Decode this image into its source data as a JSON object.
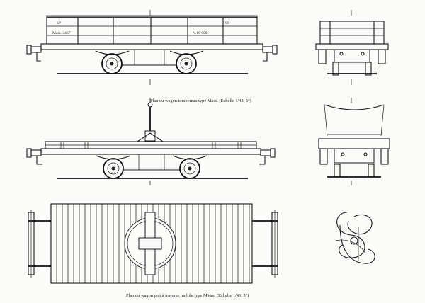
{
  "captions": {
    "top": "Plan du wagon tombereau type Mass. (Echelle 1/43, 5°)",
    "bottom": "Plan du wagon plat à traverse mobile type MVam (Echelle 1/43, 5°)"
  },
  "markings": {
    "top_left_code": "SP",
    "top_left_sub": "Mass. 3467",
    "top_right_code": "SP",
    "top_right_sub": "N.16 600"
  },
  "colors": {
    "ink": "#1a1a1a",
    "paper": "#fbfbf9"
  }
}
